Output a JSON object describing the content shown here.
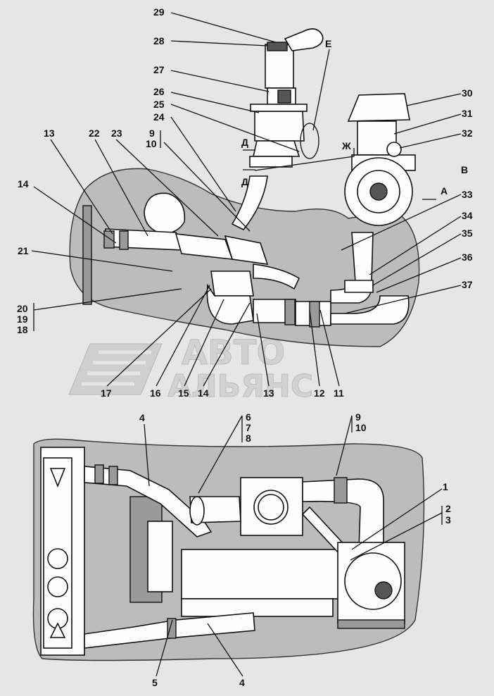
{
  "watermark": {
    "line1": "АВТО",
    "line2": "АЛЬЯНС"
  },
  "top_view": {
    "labels": [
      "29",
      "28",
      "27",
      "26",
      "25",
      "24",
      "9",
      "10",
      "13",
      "22",
      "23",
      "14",
      "21",
      "20",
      "19",
      "18",
      "17",
      "16",
      "15",
      "14",
      "13",
      "12",
      "11",
      "30",
      "31",
      "32",
      "33",
      "34",
      "35",
      "36",
      "37"
    ],
    "section_marks": [
      "Д",
      "Д",
      "Е",
      "Ж",
      "В",
      "А"
    ]
  },
  "bottom_view": {
    "labels": [
      "4",
      "6",
      "7",
      "8",
      "9",
      "10",
      "1",
      "2",
      "3",
      "5",
      "4"
    ]
  }
}
